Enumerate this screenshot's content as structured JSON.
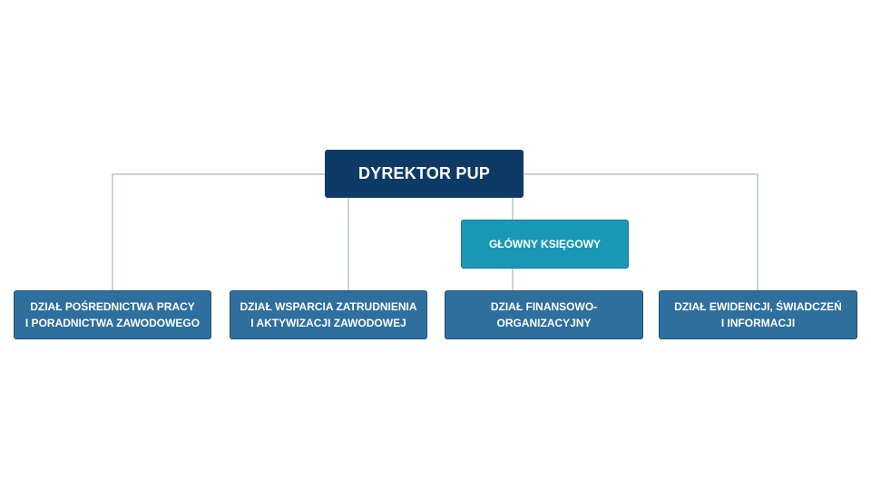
{
  "director": {
    "label": "DYREKTOR PUP"
  },
  "accountant": {
    "label": "GŁÓWNY KSIĘGOWY"
  },
  "departments": [
    {
      "line1": "DZIAŁ POŚREDNICTWA PRACY",
      "line2": "I PORADNICTWA ZAWODOWEGO"
    },
    {
      "line1": "DZIAŁ WSPARCIA ZATRUDNIENIA",
      "line2": "I AKTYWIZACJI ZAWODOWEJ"
    },
    {
      "line1": "DZIAŁ FINANSOWO-",
      "line2": "ORGANIZACYJNY"
    },
    {
      "line1": "DZIAŁ EWIDENCJI, ŚWIADCZEŃ",
      "line2": "I INFORMACJI"
    }
  ],
  "colors": {
    "director": "#0d3b66",
    "accountant": "#1a97b5",
    "department": "#2e6f9e",
    "connector": "#a9bccb"
  }
}
